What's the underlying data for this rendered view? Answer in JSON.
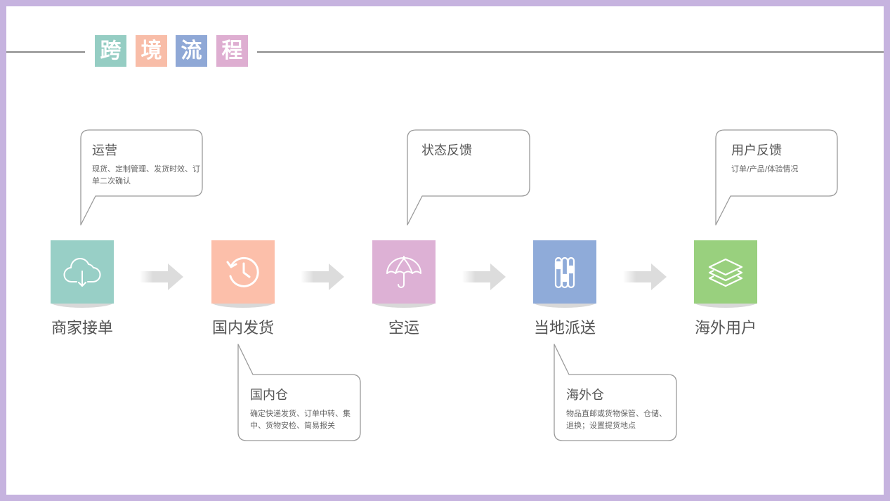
{
  "title": {
    "chars": [
      "跨",
      "境",
      "流",
      "程"
    ],
    "colors": [
      "#95cdc3",
      "#f8bda8",
      "#8fa8d6",
      "#deaed1"
    ]
  },
  "steps": [
    {
      "label": "商家接单",
      "icon": "cloud-download-icon",
      "color": "#98cfc6"
    },
    {
      "label": "国内发货",
      "icon": "history-clock-icon",
      "color": "#fcbfaa"
    },
    {
      "label": "空运",
      "icon": "umbrella-icon",
      "color": "#ddb1d5"
    },
    {
      "label": "当地派送",
      "icon": "sliders-icon",
      "color": "#8fabd9"
    },
    {
      "label": "海外用户",
      "icon": "layers-icon",
      "color": "#99d07e"
    }
  ],
  "bubbles": {
    "operation": {
      "title": "运营",
      "text": "现货、定制管理、发货时效、订单二次确认"
    },
    "status": {
      "title": "状态反馈",
      "text": ""
    },
    "user_feedback": {
      "title": "用户反馈",
      "text": "订单/产品/体验情况"
    },
    "domestic_warehouse": {
      "title": "国内仓",
      "text": "确定快递发货、订单中转、集中、货物安检、简易报关"
    },
    "overseas_warehouse": {
      "title": "海外仓",
      "text": "物品直邮或货物保管、仓储、退换；设置提货地点"
    }
  },
  "colors": {
    "frame": "#c6b3df",
    "line": "#8a8a8a",
    "arrow": "#dcdcdc"
  }
}
